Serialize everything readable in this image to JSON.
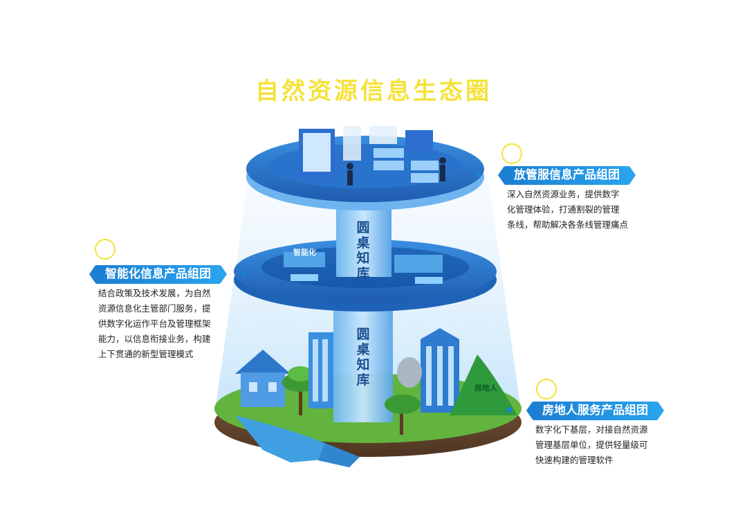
{
  "title": "自然资源信息生态圈",
  "pillar_labels": {
    "upper": "圆桌知库",
    "lower": "圆桌知库"
  },
  "tags": {
    "middle_tag": "智能化",
    "hill_tag": "房地人"
  },
  "groups": [
    {
      "name": "放管服信息产品组团",
      "lines": [
        "深入自然资源业务，提供数字",
        "化管理体验，打通割裂的管理",
        "条线，帮助解决各条线管理痛点"
      ]
    },
    {
      "name": "智能化信息产品组团",
      "lines": [
        "结合政策及技术发展，为自然",
        "资源信息化主管部门服务，提",
        "供数字化运作平台及管理框架",
        "能力，以信息衔接业务，构建",
        "上下贯通的新型管理模式"
      ]
    },
    {
      "name": "房地人服务产品组团",
      "lines": [
        "数字化下基层，对接自然资源",
        "管理基层单位，提供轻量级可",
        "快速构建的管理软件"
      ]
    }
  ],
  "colors": {
    "accent_yellow": "#f4e23a",
    "brand_blue": "#1b7fd4",
    "deep_blue": "#1d5fb8",
    "light_blue": "#7cc3f5",
    "grass": "#5cb03a"
  }
}
